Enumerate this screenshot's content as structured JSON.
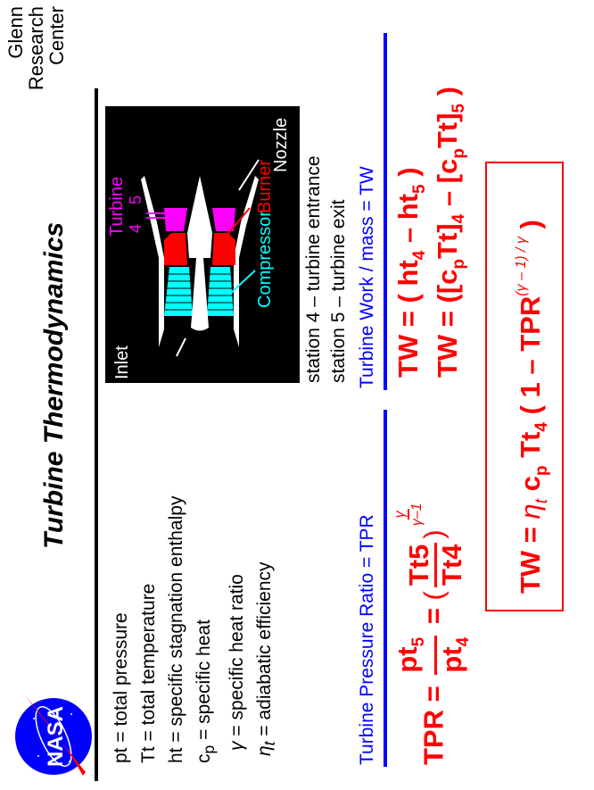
{
  "header": {
    "title": "Turbine  Thermodynamics",
    "org_line1": "Glenn",
    "org_line2": "Research",
    "org_line3": "Center",
    "logo": "nasa-meatball-logo"
  },
  "definitions": [
    {
      "symbol": "pt",
      "sub": "",
      "text": "= total  pressure"
    },
    {
      "symbol": "Tt",
      "sub": "",
      "text": "= total  temperature"
    },
    {
      "symbol": "ht",
      "sub": "",
      "text": "= specific  stagnation  enthalpy"
    },
    {
      "symbol": "c",
      "sub": "p",
      "text": "= specific  heat"
    },
    {
      "symbol": "γ",
      "sub": "",
      "text": "= specific  heat ratio"
    },
    {
      "symbol": "η",
      "sub": "t",
      "text": "= adiabatic  efficiency"
    }
  ],
  "diagram": {
    "labels": {
      "turbine": "Turbine",
      "station4": "4",
      "station5": "5",
      "nozzle": "Nozzle",
      "burner": "Burner",
      "compressor": "Compressor",
      "inlet": "Inlet"
    },
    "colors": {
      "turbine": "#ff00ff",
      "burner": "#ff0000",
      "compressor": "#00ffff",
      "structure": "#ffffff",
      "background": "#000000"
    }
  },
  "stations": [
    "station 4  –  turbine entrance",
    "station 5  –  turbine exit"
  ],
  "tpr_section": {
    "heading_blue": "Turbine Pressure Ratio  =  TPR",
    "lhs": "TPR",
    "eq": "=",
    "pt": "pt",
    "sub5": "5",
    "sub4": "4",
    "Tt": "Tt",
    "open": "(",
    "close": ")",
    "exp_num": "γ",
    "exp_den": "γ–1"
  },
  "tw_section": {
    "heading_blue": "Turbine Work / mass  =  TW",
    "eq1": {
      "lhs": "TW = ( ht",
      "s1": "4",
      "mid": " – ht",
      "s2": "5",
      "end": " )"
    },
    "eq2": {
      "lhs": "TW = ([c",
      "s1": "p",
      "a": "Tt]",
      "s2": "4",
      "b": " – [c",
      "s3": "p",
      "c": "Tt]",
      "s4": "5",
      "end": " )"
    },
    "boxed": {
      "lhs": "TW = ",
      "eta": "η",
      "eta_sub": "t",
      "c": " c",
      "c_sub": "p",
      "tt": " Tt",
      "tt_sub": "4",
      "rest": " ( 1 – TPR",
      "exp": "(γ – 1) / γ",
      "end": " )"
    }
  },
  "colors": {
    "accent_blue": "#0000ff",
    "equation_red": "#ff0000"
  }
}
